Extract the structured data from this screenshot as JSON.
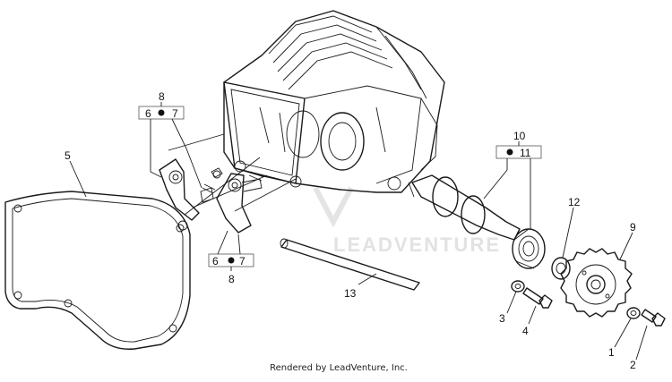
{
  "callouts": {
    "c1": "1",
    "c2": "2",
    "c3": "3",
    "c4": "4",
    "c5": "5",
    "c6a": "6",
    "c7a": "7",
    "c8a": "8",
    "c6b": "6",
    "c7b": "7",
    "c8b": "8",
    "c9": "9",
    "c10": "10",
    "c11": "11",
    "c12": "12",
    "c13": "13"
  },
  "watermark": "LEADVENTURE",
  "footer": "Rendered by LeadVenture, Inc."
}
